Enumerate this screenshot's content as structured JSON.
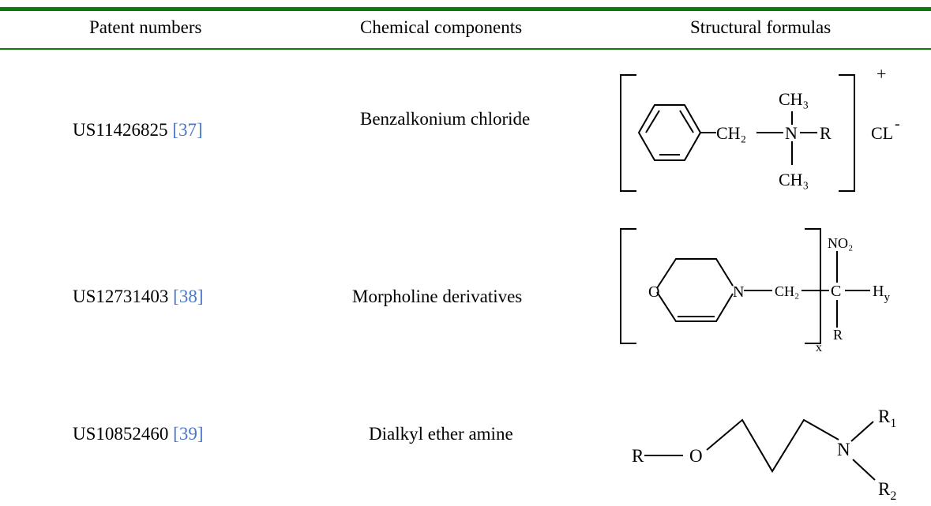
{
  "table": {
    "headers": [
      "Patent numbers",
      "Chemical components",
      "Structural formulas"
    ],
    "rows": [
      {
        "patent": "US11426825",
        "ref": "[37]",
        "component": "Benzalkonium chloride",
        "formula_labels": {
          "ch3_top": "CH₃",
          "ch2": "CH₂",
          "n": "N",
          "r": "R",
          "ch3_bottom": "CH₃",
          "charge": "+",
          "cl": "CL",
          "cl_charge": "-"
        }
      },
      {
        "patent": "US12731403",
        "ref": "[38]",
        "component": "Morpholine derivatives",
        "formula_labels": {
          "o": "O",
          "n": "N",
          "ch2": "CH₂",
          "no2": "NO₂",
          "c": "C",
          "hy": "H",
          "hy_sub": "y",
          "r": "R",
          "x": "x"
        }
      },
      {
        "patent": "US10852460",
        "ref": "[39]",
        "component": "Dialkyl ether amine",
        "formula_labels": {
          "r": "R",
          "o": "O",
          "n": "N",
          "r1": "R",
          "r1_sub": "1",
          "r2": "R",
          "r2_sub": "2"
        }
      }
    ]
  },
  "colors": {
    "rule": "#0e7a0d",
    "reference_link": "#4a76c8"
  }
}
